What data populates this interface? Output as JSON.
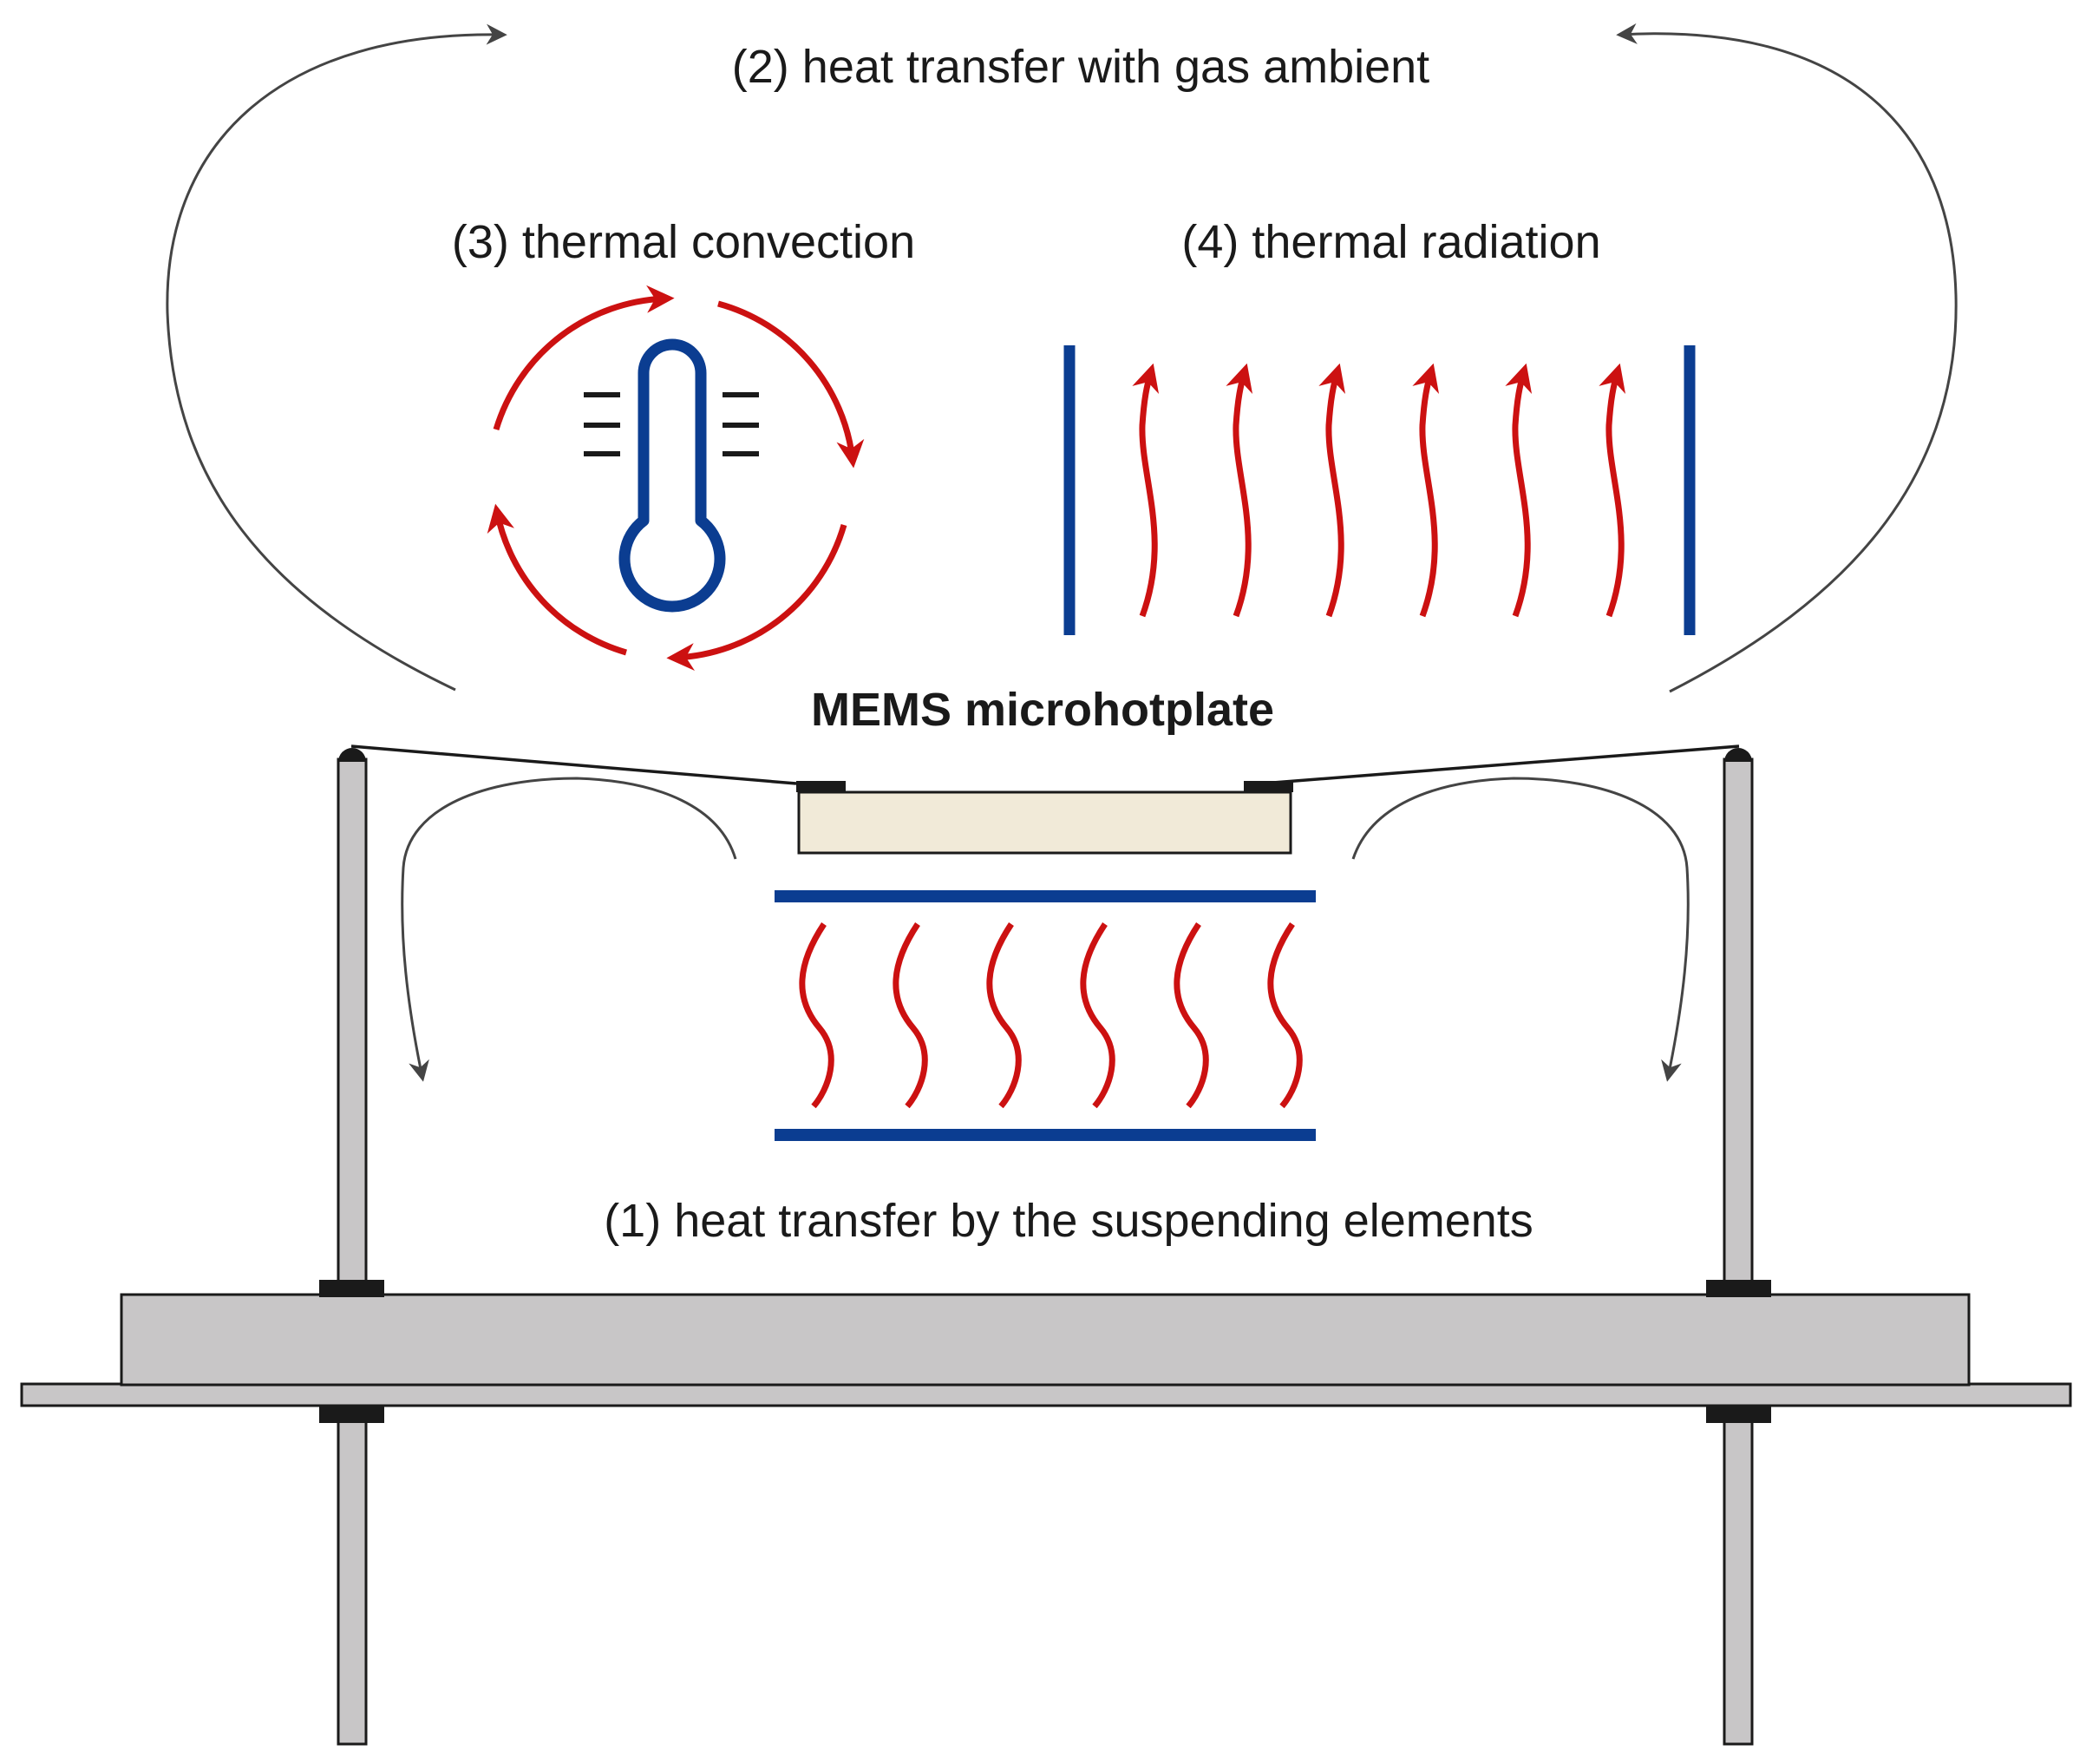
{
  "labels": {
    "gas_ambient": "(2) heat transfer with gas ambient",
    "convection": "(3) thermal convection",
    "radiation": "(4) thermal radiation",
    "microhotplate": "MEMS microhotplate",
    "suspending": "(1) heat transfer by the suspending elements"
  },
  "colors": {
    "heat_red": "#cc1111",
    "plate_blue": "#0b3d91",
    "post_gray": "#c8c6c7",
    "chip_beige": "#f1ead8",
    "outline": "#1a1a1a",
    "flow_arrow": "#444444"
  },
  "icons": {
    "thermometer": "thermometer-icon"
  }
}
